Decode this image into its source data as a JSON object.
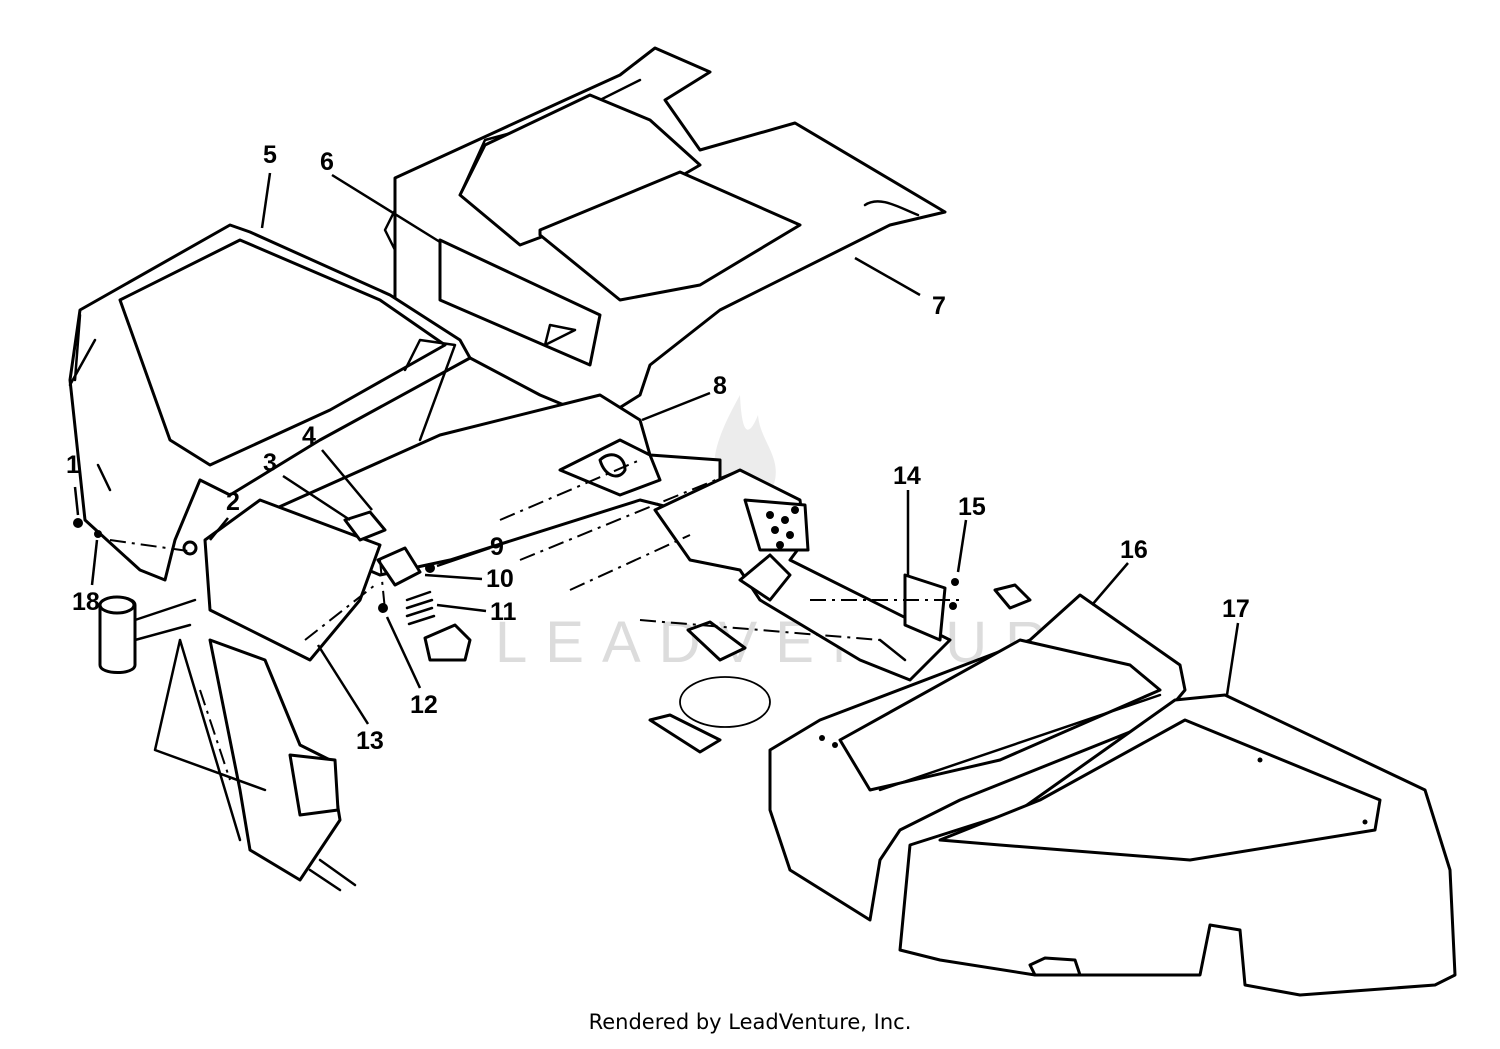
{
  "watermark": "LEADVENTURE",
  "footer": "Rendered by LeadVenture, Inc.",
  "callouts": [
    "1",
    "2",
    "3",
    "4",
    "5",
    "6",
    "7",
    "8",
    "9",
    "10",
    "11",
    "12",
    "13",
    "14",
    "15",
    "16",
    "17",
    "18"
  ]
}
